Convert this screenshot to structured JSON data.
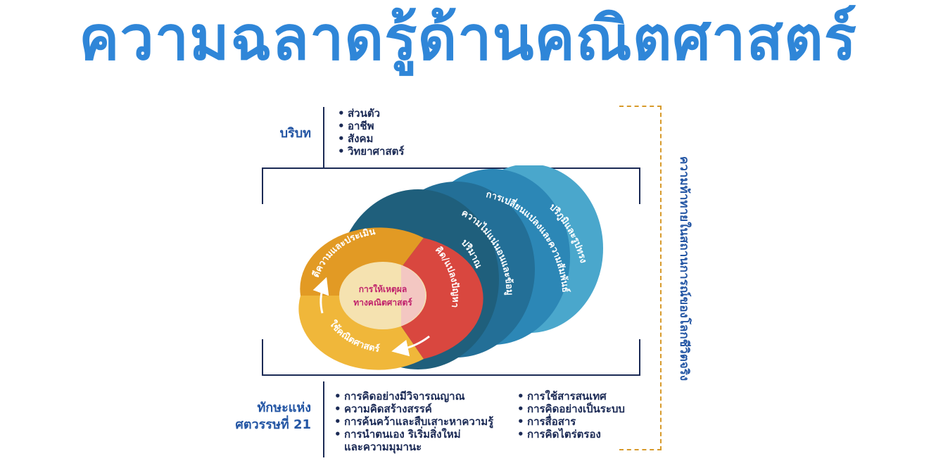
{
  "title": "ความฉลาดรู้ด้านคณิตศาสตร์",
  "context": {
    "label": "บริบท",
    "items": [
      "ส่วนตัว",
      "อาชีพ",
      "สังคม",
      "วิทยาศาสตร์"
    ]
  },
  "challenge_label": "ความท้าทายในสถานการณ์ของโลกชีวิตจริง",
  "skills": {
    "label_line1": "ทักษะแห่ง",
    "label_line2": "ศตวรรษที่ 21",
    "col1": [
      "การคิดอย่างมีวิจารณญาณ",
      "ความคิดสร้างสรรค์",
      "การค้นคว้าและสืบเสาะหาความรู้",
      "การนำตนเอง ริเริ่มสิ่งใหม่",
      "และความมุมานะ"
    ],
    "col2": [
      "การใช้สารสนเทศ",
      "การคิดอย่างเป็นระบบ",
      "การสื่อสาร",
      "การคิดไตร่ตรอง"
    ]
  },
  "diagram": {
    "center_line1": "การให้เหตุผล",
    "center_line2": "ทางคณิตศาสตร์",
    "cycle": [
      "คิด/แปลงปัญหา",
      "ใช้คณิตศาสตร์",
      "ตีความและประเมิน"
    ],
    "layers": [
      "ปริมาณ",
      "ความไม่แน่นอนและข้อมูล",
      "การเปลี่ยนแปลงและความสัมพันธ์",
      "ปริภูมิและรูปทรง"
    ],
    "colors": {
      "center_left": "#f5e2b0",
      "center_right": "#f3c4c4",
      "red": "#d9473f",
      "orange": "#e29a24",
      "yellow": "#f0b73a",
      "layer1": "#1f5f7c",
      "layer2": "#236f97",
      "layer3": "#2c87b6",
      "layer4": "#4aa7cc",
      "center_text": "#c0236c"
    }
  }
}
